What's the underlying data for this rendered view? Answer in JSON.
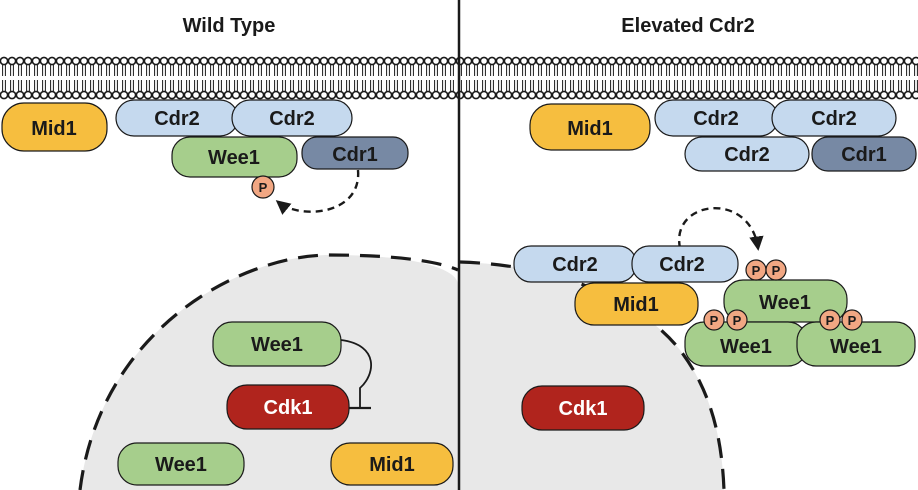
{
  "colors": {
    "mid1": "#f6be3f",
    "cdr2": "#c5d9ee",
    "cdr1": "#7789a4",
    "wee1": "#a6ce8c",
    "cdk1": "#b0241d",
    "phospho": "#f1a783",
    "nucleus": "#e8e8e8",
    "line": "#1a1a1a"
  },
  "panels": {
    "left": {
      "title": "Wild Type",
      "membrane": {
        "mid1": "Mid1",
        "cdr2_a": "Cdr2",
        "cdr2_b": "Cdr2",
        "wee1": "Wee1",
        "cdr1": "Cdr1",
        "phospho": "P"
      },
      "nucleus": {
        "wee1_top": "Wee1",
        "cdk1": "Cdk1",
        "wee1_bottom": "Wee1",
        "mid1": "Mid1"
      }
    },
    "right": {
      "title": "Elevated Cdr2",
      "membrane": {
        "mid1": "Mid1",
        "cdr2_a": "Cdr2",
        "cdr2_b": "Cdr2",
        "cdr2_c": "Cdr2",
        "cdr1": "Cdr1"
      },
      "cluster": {
        "cdr2_a": "Cdr2",
        "cdr2_b": "Cdr2",
        "mid1": "Mid1",
        "wee1_top": "Wee1",
        "wee1_left": "Wee1",
        "wee1_right": "Wee1",
        "phospho": "P"
      },
      "nucleus": {
        "cdk1": "Cdk1"
      }
    }
  }
}
